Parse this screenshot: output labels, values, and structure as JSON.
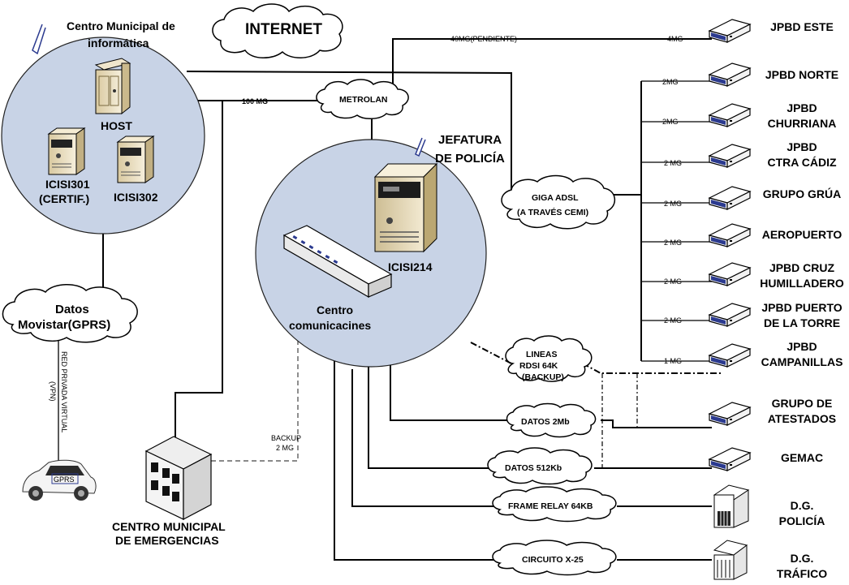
{
  "zones": {
    "municipal": {
      "line1": "Centro Municipal de",
      "line2": "informática"
    },
    "police": {
      "line1": "JEFATURA",
      "line2": "DE POLICÍA"
    }
  },
  "servers": {
    "host": "HOST",
    "icisi301_line1": "ICISI301",
    "icisi301_line2": "(CERTIF.)",
    "icisi302": "ICISI302",
    "icisi214": "ICISI214"
  },
  "switch": {
    "line1": "Centro",
    "line2": "comunicacines"
  },
  "clouds": {
    "internet": "INTERNET",
    "metrolan": "METROLAN",
    "giga_line1": "GIGA ADSL",
    "giga_line2": "(A TRAVÉS CEMI)",
    "gprs_line1": "Datos",
    "gprs_line2": "Movistar(GPRS)",
    "rdsi_line1": "LINEAS",
    "rdsi_line2": "RDSI 64K",
    "rdsi_line3": "(BACKUP)",
    "datos2mb": "DATOS 2Mb",
    "datos512": "DATOS 512Kb",
    "frame": "FRAME RELAY 64KB",
    "x25": "CIRCUITO X-25"
  },
  "link_labels": {
    "metrolan_speed": "100 MG",
    "este_pending": "40MG(PENDIENTE)",
    "este_speed": "4MG",
    "backup_line1": "BACKUP",
    "backup_line2": "2 MG",
    "vpn_line1": "RED PRIVADA VIRTUAL",
    "vpn_line2": "(VPN)"
  },
  "remote_sites": [
    {
      "line1": "JPBD ESTE",
      "line2": "",
      "speed": "4MG"
    },
    {
      "line1": "JPBD NORTE",
      "line2": "",
      "speed": "2MG"
    },
    {
      "line1": "JPBD",
      "line2": "CHURRIANA",
      "speed": "2MG"
    },
    {
      "line1": "JPBD",
      "line2": "CTRA  CÁDIZ",
      "speed": "2 MG"
    },
    {
      "line1": "GRUPO GRÚA",
      "line2": "",
      "speed": "2 MG"
    },
    {
      "line1": "AEROPUERTO",
      "line2": "",
      "speed": "2 MG"
    },
    {
      "line1": "JPBD CRUZ",
      "line2": "HUMILLADERO",
      "speed": "2 MG"
    },
    {
      "line1": "JPBD PUERTO",
      "line2": "DE LA TORRE",
      "speed": "2 MG"
    },
    {
      "line1": "JPBD",
      "line2": "CAMPANILLAS",
      "speed": "1 MG"
    },
    {
      "line1": "GRUPO DE",
      "line2": "ATESTADOS",
      "speed": ""
    },
    {
      "line1": "GEMAC",
      "line2": "",
      "speed": ""
    },
    {
      "line1": "D.G.",
      "line2": "POLICÍA",
      "speed": ""
    },
    {
      "line1": "D.G.",
      "line2": "TRÁFICO",
      "speed": ""
    }
  ],
  "emergency": {
    "line1": "CENTRO MUNICIPAL",
    "line2": "DE EMERGENCIAS"
  },
  "car": {
    "text": "GPRS"
  },
  "colors": {
    "zone_fill": "#c8d3e6",
    "device_white": "#ffffff",
    "device_port": "#2b3a8f",
    "server_beige": "#e6d9b8"
  }
}
